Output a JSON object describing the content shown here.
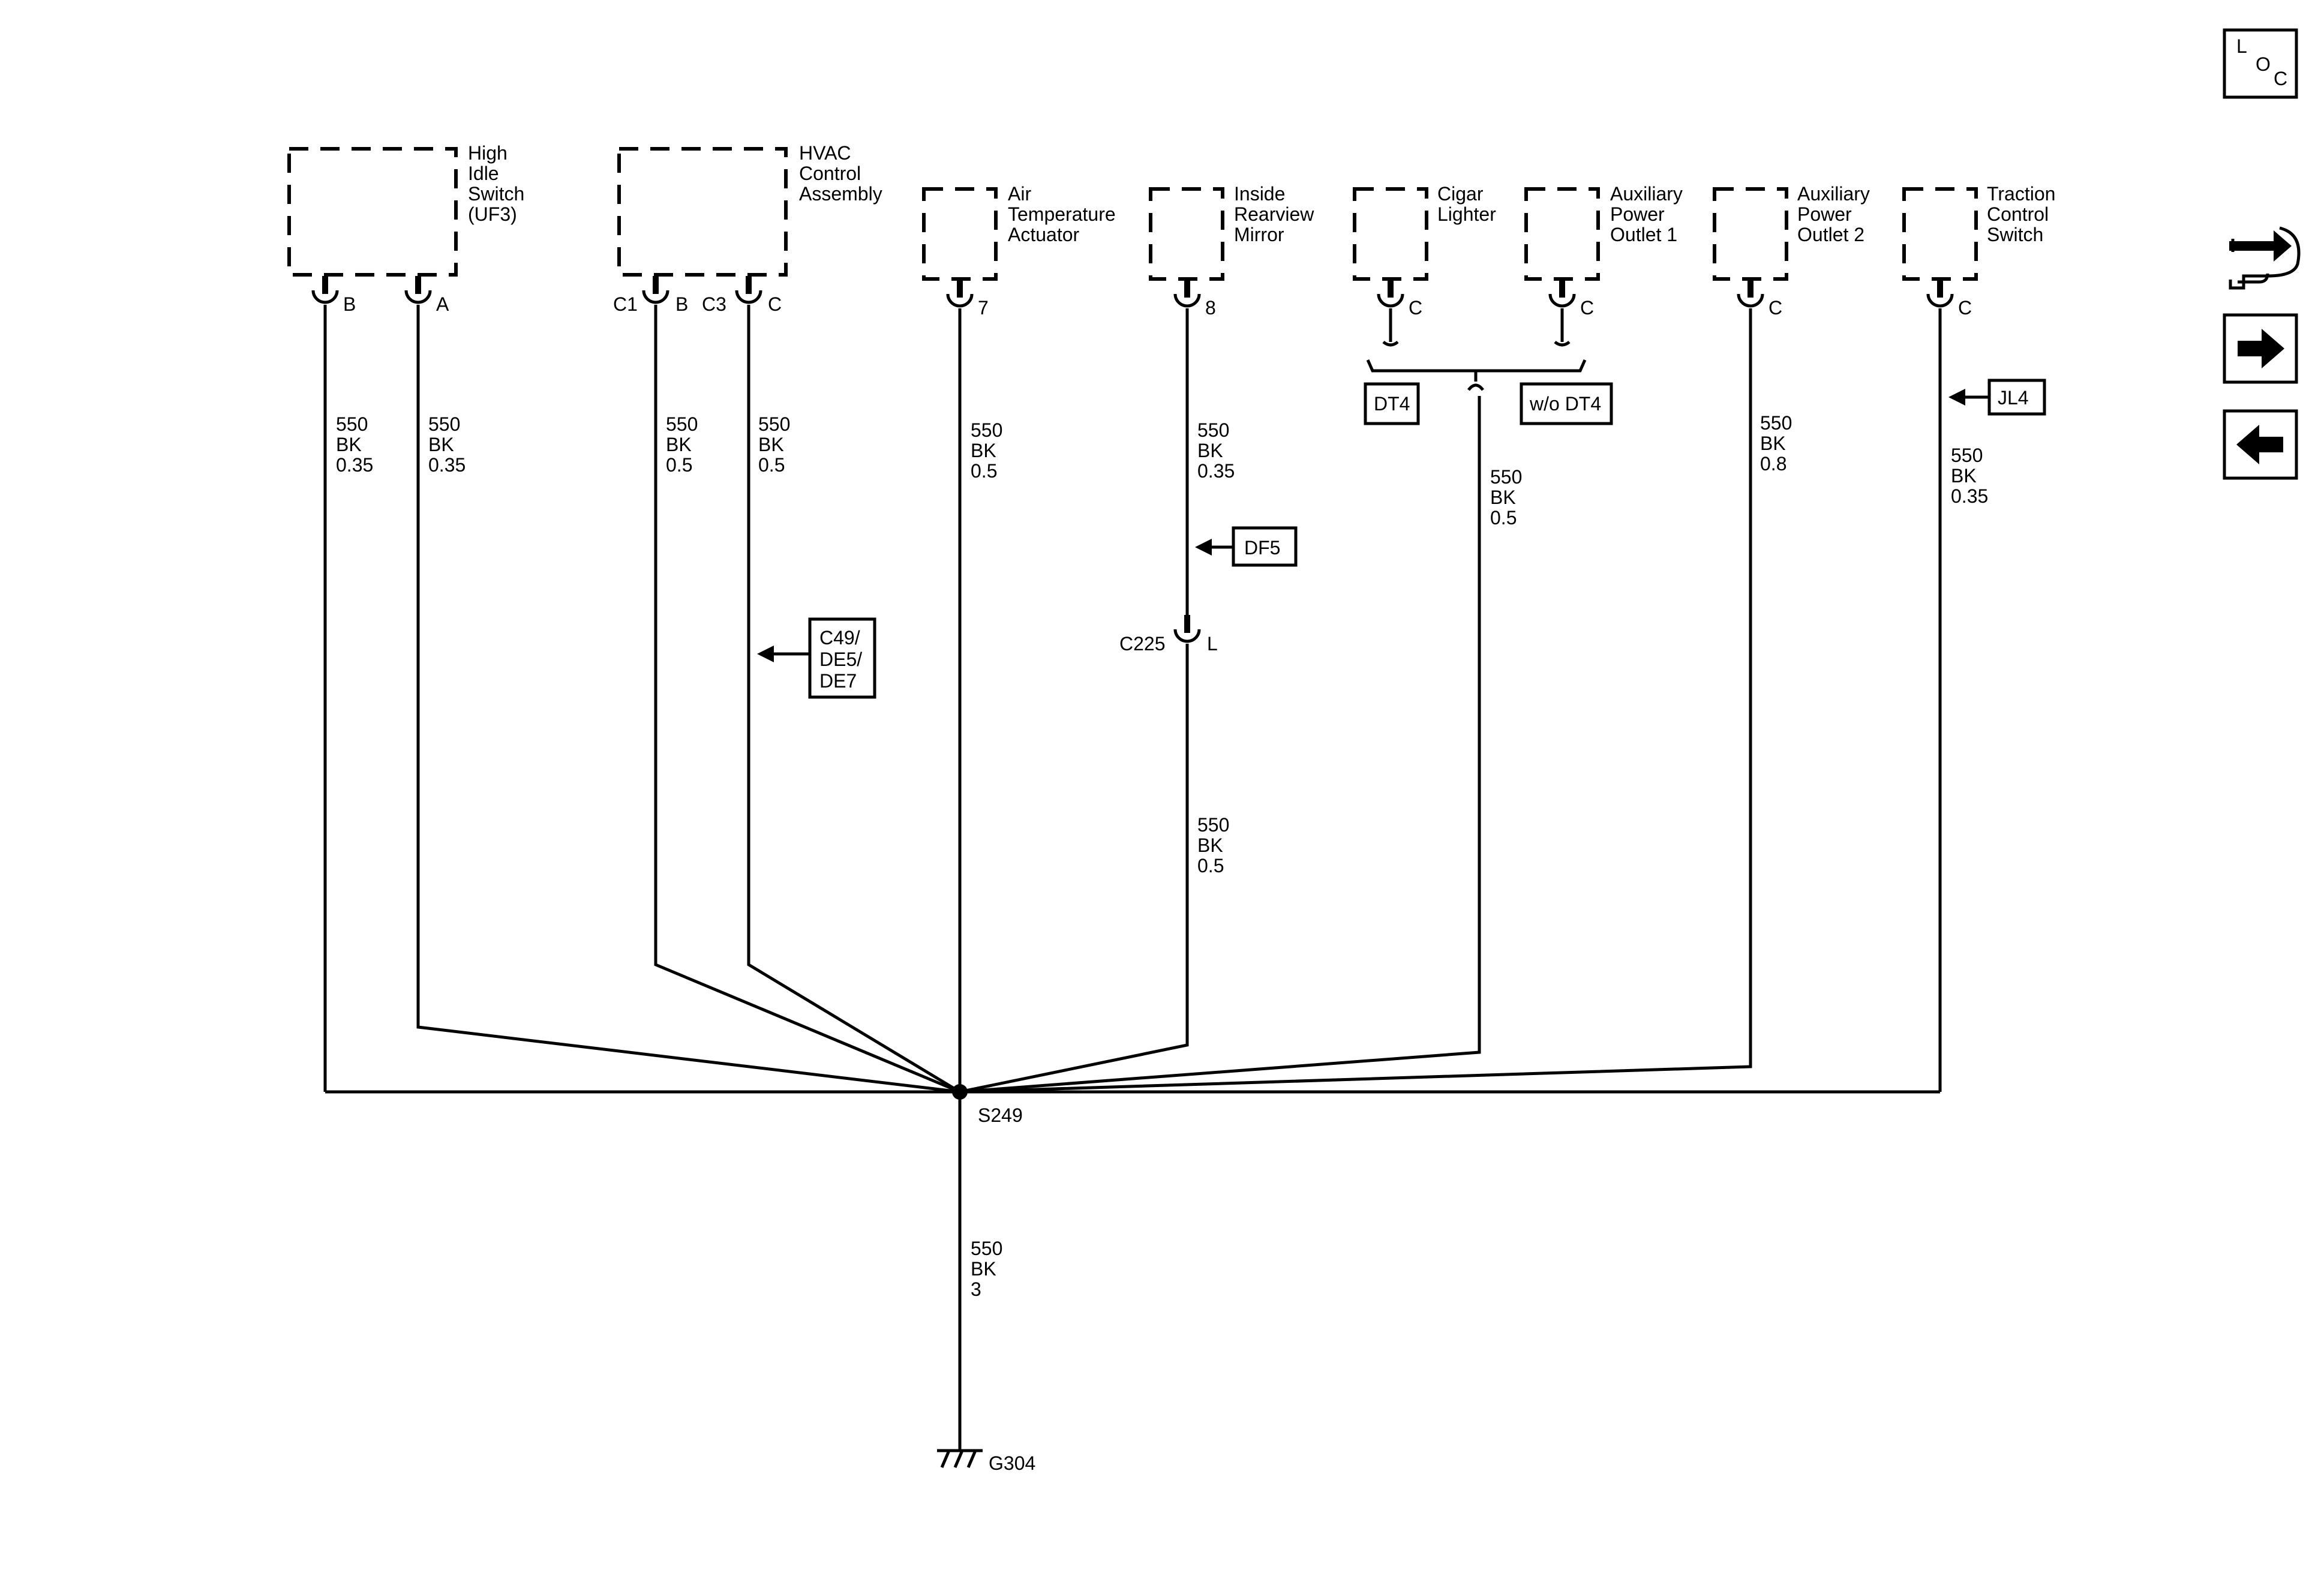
{
  "components": [
    {
      "id": "high-idle-switch",
      "lines": [
        "High",
        "Idle",
        "Switch",
        "(UF3)"
      ]
    },
    {
      "id": "hvac-control-assembly",
      "lines": [
        "HVAC",
        "Control",
        "Assembly"
      ]
    },
    {
      "id": "air-temperature-actuator",
      "lines": [
        "Air",
        "Temperature",
        "Actuator"
      ]
    },
    {
      "id": "inside-rearview-mirror",
      "lines": [
        "Inside",
        "Rearview",
        "Mirror"
      ]
    },
    {
      "id": "cigar-lighter",
      "lines": [
        "Cigar",
        "Lighter"
      ]
    },
    {
      "id": "auxiliary-power-outlet-1",
      "lines": [
        "Auxiliary",
        "Power",
        "Outlet 1"
      ]
    },
    {
      "id": "auxiliary-power-outlet-2",
      "lines": [
        "Auxiliary",
        "Power",
        "Outlet 2"
      ]
    },
    {
      "id": "traction-control-switch",
      "lines": [
        "Traction",
        "Control",
        "Switch"
      ]
    }
  ],
  "pins": {
    "uf3_b": "B",
    "uf3_a": "A",
    "hvac_c1": "C1",
    "hvac_b": "B",
    "hvac_c3": "C3",
    "hvac_c": "C",
    "air_7": "7",
    "mirror_8": "8",
    "cigar_c": "C",
    "apo1_c": "C",
    "apo2_c": "C",
    "tcs_c": "C",
    "c225_conn": "C225",
    "c225_pin": "L"
  },
  "wire_labels": [
    {
      "id": "w-uf3-b",
      "circuit": "550",
      "color": "BK",
      "gauge": "0.35"
    },
    {
      "id": "w-uf3-a",
      "circuit": "550",
      "color": "BK",
      "gauge": "0.35"
    },
    {
      "id": "w-hvac-b",
      "circuit": "550",
      "color": "BK",
      "gauge": "0.5"
    },
    {
      "id": "w-hvac-c",
      "circuit": "550",
      "color": "BK",
      "gauge": "0.5"
    },
    {
      "id": "w-air-7",
      "circuit": "550",
      "color": "BK",
      "gauge": "0.5"
    },
    {
      "id": "w-mirror-upper",
      "circuit": "550",
      "color": "BK",
      "gauge": "0.35"
    },
    {
      "id": "w-mirror-lower",
      "circuit": "550",
      "color": "BK",
      "gauge": "0.5"
    },
    {
      "id": "w-outlet-merge",
      "circuit": "550",
      "color": "BK",
      "gauge": "0.5"
    },
    {
      "id": "w-apo2",
      "circuit": "550",
      "color": "BK",
      "gauge": "0.8"
    },
    {
      "id": "w-tcs",
      "circuit": "550",
      "color": "BK",
      "gauge": "0.35"
    },
    {
      "id": "w-ground",
      "circuit": "550",
      "color": "BK",
      "gauge": "3"
    }
  ],
  "options": {
    "hvac_option": [
      "C49/",
      "DE5/",
      "DE7"
    ],
    "mirror_option": "DF5",
    "cigar_option": "DT4",
    "outlet_option": "w/o DT4",
    "tcs_option": "JL4"
  },
  "splice": "S249",
  "ground": "G304",
  "nav": {
    "loc_icon": {
      "l": "L",
      "o": "O",
      "c": "C"
    },
    "icons": [
      "component-locator-icon",
      "connector-tool-icon",
      "next-page-arrow-icon",
      "previous-page-arrow-icon"
    ]
  }
}
